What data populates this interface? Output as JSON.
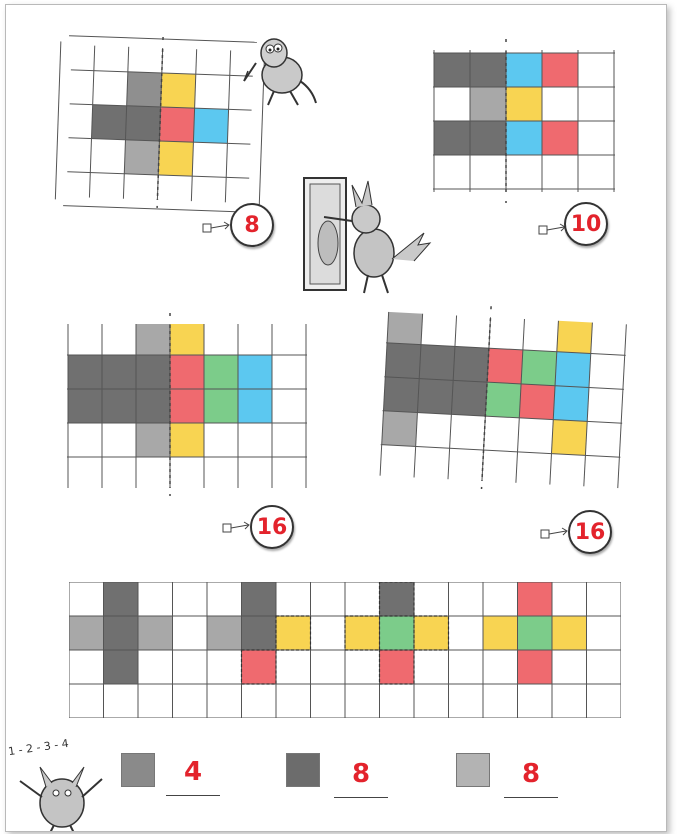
{
  "colors": {
    "yellow": "#f8d452",
    "red": "#ef6a6f",
    "blue": "#5cc8f0",
    "green": "#7ccc8a",
    "dark_gray": "#707070",
    "mid_gray": "#8f8f8f",
    "light_gray": "#a8a8a8",
    "answer_red": "#e3232c"
  },
  "puzzles": [
    {
      "id": "top-left",
      "answer": "8"
    },
    {
      "id": "top-right",
      "answer": "10"
    },
    {
      "id": "middle-left",
      "answer": "16"
    },
    {
      "id": "middle-right",
      "answer": "16"
    }
  ],
  "counting_caption": "1 - 2 - 3 - 4",
  "legend": [
    {
      "shade": "mid-gray",
      "color": "#8a8a8a",
      "answer": "4"
    },
    {
      "shade": "dark-gray",
      "color": "#6c6c6c",
      "answer": "8"
    },
    {
      "shade": "light-gray",
      "color": "#b3b3b3",
      "answer": "8"
    }
  ],
  "illustrations": [
    "thinking-monster",
    "monster-at-mirror",
    "cheering-monster"
  ]
}
